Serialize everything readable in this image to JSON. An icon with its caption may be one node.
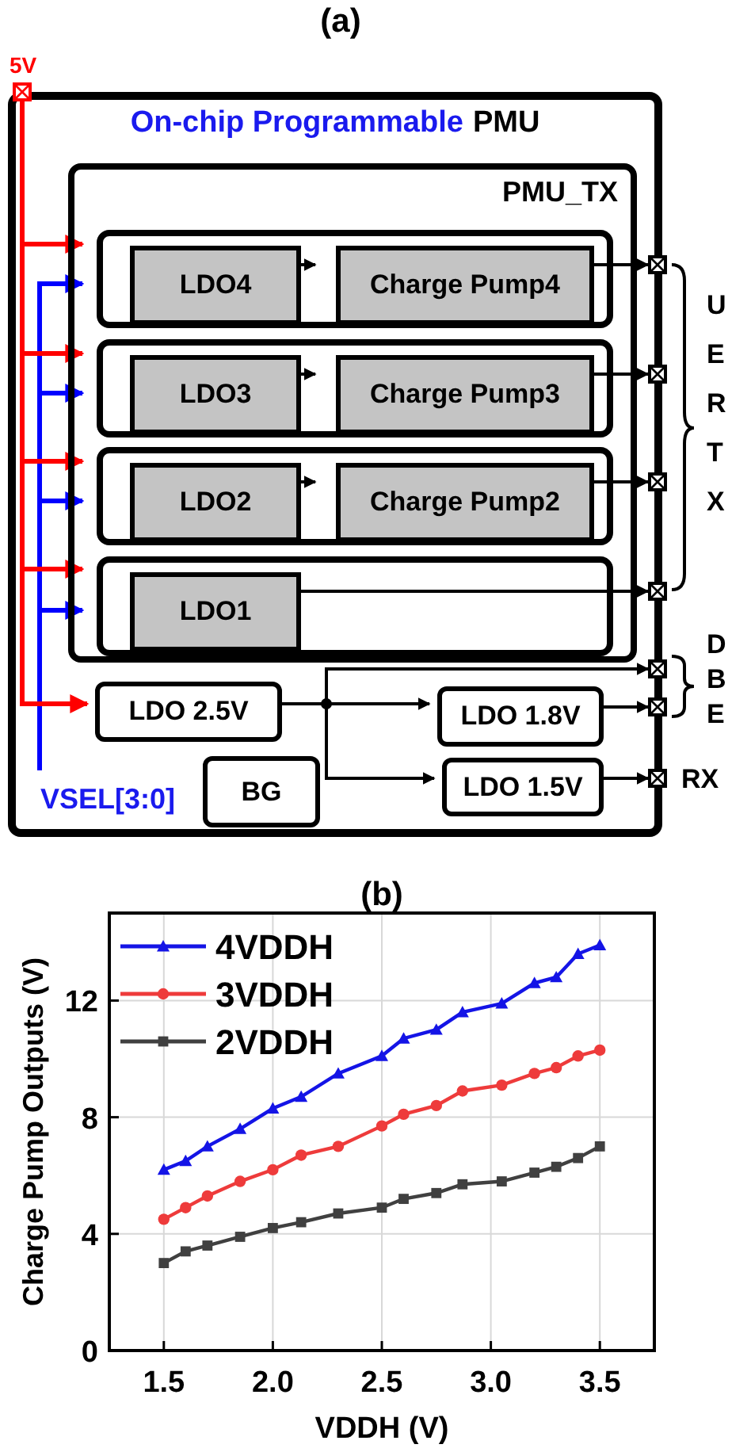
{
  "diagram": {
    "title": "(a)",
    "nodes": [
      {
        "text": [
          "On-chip Programmable",
          "PMU"
        ]
      },
      {
        "text": [
          "PMU_TX"
        ],
        "in": 0
      },
      {
        "text": [],
        "shape": "box",
        "in": 1
      },
      {
        "text": [
          "LDO4"
        ],
        "in": 2
      },
      {
        "text": [
          "Charge Pump4"
        ],
        "in": 2
      },
      {
        "text": [],
        "shape": "box",
        "in": 1
      },
      {
        "text": [
          "LDO3"
        ],
        "in": 5
      },
      {
        "text": [
          "Charge Pump3"
        ],
        "in": 5
      },
      {
        "text": [],
        "shape": "box",
        "in": 1
      },
      {
        "text": [
          "LDO2"
        ],
        "in": 8
      },
      {
        "text": [
          "Charge Pump2"
        ],
        "in": 8
      },
      {
        "text": [],
        "shape": "box",
        "in": 1
      },
      {
        "text": [
          "LDO1"
        ],
        "in": 11
      },
      {
        "text": [
          "LDO 2.5V"
        ],
        "in": 0
      },
      {
        "text": [
          "LDO 1.8V"
        ],
        "in": 0
      },
      {
        "text": [
          "LDO 1.5V"
        ],
        "in": 0
      },
      {
        "text": [
          "BG"
        ],
        "in": 0
      },
      {
        "text": [],
        "shape": "square",
        "beside": [
          "5V"
        ]
      },
      {
        "text": [],
        "shape": "square"
      },
      {
        "text": [],
        "shape": "square"
      },
      {
        "text": [],
        "shape": "square"
      },
      {
        "text": [],
        "shape": "square"
      },
      {
        "text": [],
        "shape": "square"
      },
      {
        "text": [],
        "shape": "square"
      },
      {
        "text": [],
        "shape": "square",
        "beside": [
          "RX"
        ]
      },
      {
        "text": [
          "VSEL[3:0]"
        ],
        "in": 0
      }
    ],
    "edges": [
      {
        "from": 17,
        "to": 2,
        "arrow": "to",
        "color": "#ff0000"
      },
      {
        "from": 25,
        "to": 2,
        "arrow": "to",
        "color": "#0000ff"
      },
      {
        "from": 17,
        "to": 5,
        "arrow": "to",
        "color": "#ff0000"
      },
      {
        "from": 25,
        "to": 5,
        "arrow": "to",
        "color": "#0000ff"
      },
      {
        "from": 17,
        "to": 8,
        "arrow": "to",
        "color": "#ff0000"
      },
      {
        "from": 25,
        "to": 8,
        "arrow": "to",
        "color": "#0000ff"
      },
      {
        "from": 17,
        "to": 11,
        "arrow": "to",
        "color": "#ff0000"
      },
      {
        "from": 25,
        "to": 11,
        "arrow": "to",
        "color": "#0000ff"
      },
      {
        "from": 17,
        "to": 13,
        "arrow": "to",
        "color": "#ff0000"
      },
      {
        "from": 3,
        "to": 4,
        "arrow": "to"
      },
      {
        "from": 4,
        "to": 18,
        "arrow": "to"
      },
      {
        "from": 6,
        "to": 7,
        "arrow": "to"
      },
      {
        "from": 7,
        "to": 19,
        "arrow": "to"
      },
      {
        "from": 9,
        "to": 10,
        "arrow": "to"
      },
      {
        "from": 10,
        "to": 20,
        "arrow": "to"
      },
      {
        "from": 12,
        "to": 21,
        "arrow": "to"
      },
      {
        "from": 13,
        "to": 22,
        "arrow": "to"
      },
      {
        "from": 13,
        "to": 14,
        "arrow": "to"
      },
      {
        "from": 13,
        "to": 15,
        "arrow": "to"
      },
      {
        "from": 14,
        "to": 23,
        "arrow": "to"
      },
      {
        "from": 15,
        "to": 24,
        "arrow": "to"
      }
    ],
    "labels": [
      "UERTX",
      "DBE"
    ],
    "chart_data": {
      "type": "line",
      "title": "(b)",
      "xlabel": "VDDH (V)",
      "ylabel": "Charge Pump Outputs (V)",
      "x": [
        1.5,
        1.6,
        1.7,
        1.85,
        2.0,
        2.13,
        2.3,
        2.5,
        2.6,
        2.75,
        2.87,
        3.05,
        3.2,
        3.3,
        3.4,
        3.5
      ],
      "series": [
        {
          "name": "4VDDH",
          "color": "#1414e6",
          "marker": "triangle",
          "values": [
            6.2,
            6.5,
            7.0,
            7.6,
            8.3,
            8.7,
            9.5,
            10.1,
            10.7,
            11.0,
            11.6,
            11.9,
            12.6,
            12.8,
            13.6,
            13.9
          ]
        },
        {
          "name": "3VDDH",
          "color": "#ee3b3b",
          "marker": "circle",
          "values": [
            4.5,
            4.9,
            5.3,
            5.8,
            6.2,
            6.7,
            7.0,
            7.7,
            8.1,
            8.4,
            8.9,
            9.1,
            9.5,
            9.7,
            10.1,
            10.3
          ]
        },
        {
          "name": "2VDDH",
          "color": "#404040",
          "marker": "square",
          "values": [
            3.0,
            3.4,
            3.6,
            3.9,
            4.2,
            4.4,
            4.7,
            4.9,
            5.2,
            5.4,
            5.7,
            5.8,
            6.1,
            6.3,
            6.6,
            7.0
          ]
        }
      ],
      "xlim": [
        1.25,
        3.75
      ],
      "ylim": [
        0,
        15
      ],
      "grid": true,
      "legend": true,
      "xticks": [
        {
          "value": 1.5,
          "label": "1.5"
        },
        {
          "value": 2.0,
          "label": "2.0"
        },
        {
          "value": 2.5,
          "label": "2.5"
        },
        {
          "value": 3.0,
          "label": "3.0"
        },
        {
          "value": 3.5,
          "label": "3.5"
        }
      ],
      "yticks": [
        0,
        4,
        8,
        12
      ]
    }
  }
}
